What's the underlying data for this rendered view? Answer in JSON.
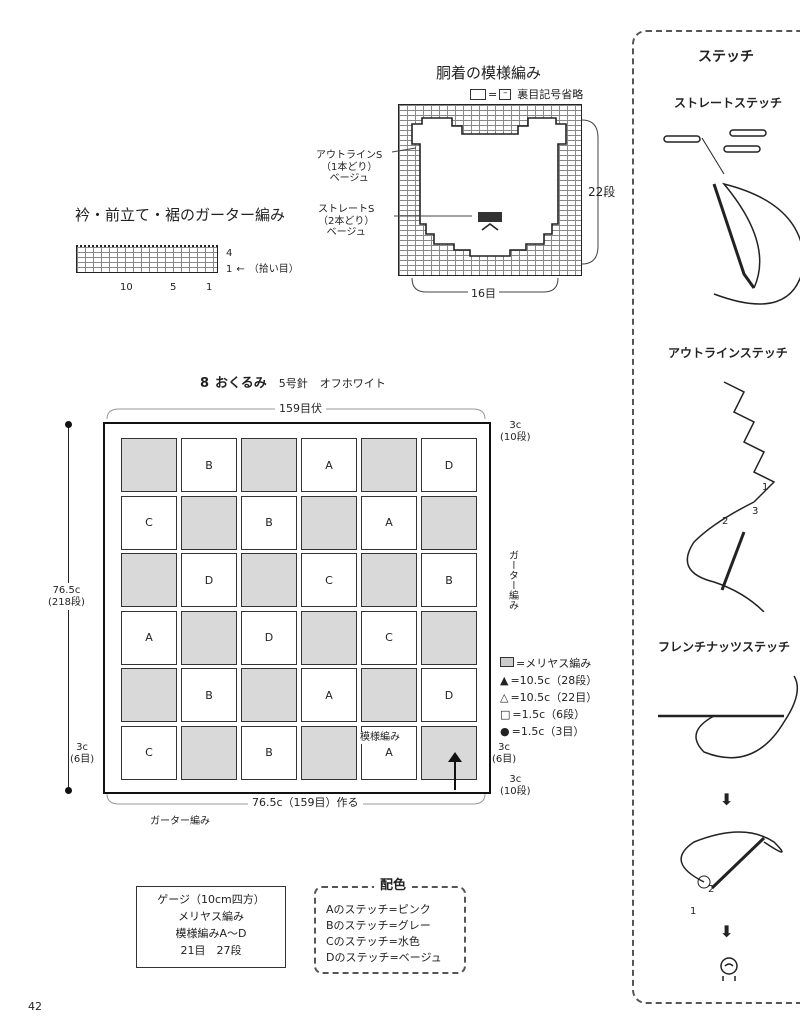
{
  "sidebar": {
    "heading": "ステッチ",
    "straight": "ストレートステッチ",
    "outline": "アウトラインステッチ",
    "french": "フレンチナッツステッチ",
    "n1": "1",
    "n2": "2",
    "n3": "3",
    "f1": "1",
    "f2": "2"
  },
  "body_chart": {
    "title": "胴着の模様編み",
    "legend_note": "裏目記号省略",
    "legend_eq": "=",
    "outline_label": "アウトラインS",
    "outline_detail": "（1本どり）",
    "outline_color": "ベージュ",
    "straight_label": "ストレートS",
    "straight_detail": "（2本どり）",
    "straight_color": "ベージュ",
    "rows": "22段",
    "stitches": "16目"
  },
  "collar_chart": {
    "title": "衿・前立て・裾のガーター編み",
    "row_top": "4",
    "row_one": "1",
    "pickup": "（拾い目）",
    "tick_10": "10",
    "tick_5": "5",
    "tick_1": "1"
  },
  "blanket": {
    "title_num": "8",
    "title": "おくるみ",
    "needle": "5号針",
    "color": "オフホワイト",
    "top_width": "159目伏",
    "side_height": "76.5c",
    "side_rows": "(218段)",
    "top_right_cm": "3c",
    "top_right_rows": "(10段)",
    "garter_right": "ガーター編み",
    "left_bottom_cm": "3c",
    "left_bottom_st": "(6目)",
    "right_bottom_cm": "3c",
    "right_bottom_st": "(6目)",
    "bottom_right_cm": "3c",
    "bottom_right_rows": "(10段)",
    "bottom_width": "76.5c（159目）作る",
    "garter_bottom": "ガーター編み",
    "pattern_label": "模様編み",
    "grid": [
      [
        {
          "fill": "gray",
          "label": ""
        },
        {
          "fill": "white",
          "label": "B"
        },
        {
          "fill": "gray",
          "label": ""
        },
        {
          "fill": "white",
          "label": "A"
        },
        {
          "fill": "gray",
          "label": ""
        },
        {
          "fill": "white",
          "label": "D"
        }
      ],
      [
        {
          "fill": "white",
          "label": "C"
        },
        {
          "fill": "gray",
          "label": ""
        },
        {
          "fill": "white",
          "label": "B"
        },
        {
          "fill": "gray",
          "label": ""
        },
        {
          "fill": "white",
          "label": "A"
        },
        {
          "fill": "gray",
          "label": ""
        }
      ],
      [
        {
          "fill": "gray",
          "label": ""
        },
        {
          "fill": "white",
          "label": "D"
        },
        {
          "fill": "gray",
          "label": ""
        },
        {
          "fill": "white",
          "label": "C"
        },
        {
          "fill": "gray",
          "label": ""
        },
        {
          "fill": "white",
          "label": "B"
        }
      ],
      [
        {
          "fill": "white",
          "label": "A"
        },
        {
          "fill": "gray",
          "label": ""
        },
        {
          "fill": "white",
          "label": "D"
        },
        {
          "fill": "gray",
          "label": ""
        },
        {
          "fill": "white",
          "label": "C"
        },
        {
          "fill": "gray",
          "label": ""
        }
      ],
      [
        {
          "fill": "gray",
          "label": ""
        },
        {
          "fill": "white",
          "label": "B"
        },
        {
          "fill": "gray",
          "label": ""
        },
        {
          "fill": "white",
          "label": "A"
        },
        {
          "fill": "gray",
          "label": ""
        },
        {
          "fill": "white",
          "label": "D"
        }
      ],
      [
        {
          "fill": "white",
          "label": "C"
        },
        {
          "fill": "gray",
          "label": ""
        },
        {
          "fill": "white",
          "label": "B"
        },
        {
          "fill": "gray",
          "label": ""
        },
        {
          "fill": "white",
          "label": "A"
        },
        {
          "fill": "gray",
          "label": ""
        }
      ]
    ]
  },
  "legend": {
    "items": [
      "=メリヤス編み",
      "=10.5c（28段）",
      "=10.5c（22目）",
      "=1.5c（6段）",
      "=1.5c（3目）"
    ]
  },
  "gauge": {
    "lines": [
      "ゲージ（10cm四方）",
      "メリヤス編み",
      "模様編みA〜D",
      "21目　27段"
    ]
  },
  "colors": {
    "heading": "配色",
    "lines": [
      "Aのステッチ=ピンク",
      "Bのステッチ=グレー",
      "Cのステッチ=水色",
      "Dのステッチ=ベージュ"
    ]
  },
  "page_number": "42"
}
